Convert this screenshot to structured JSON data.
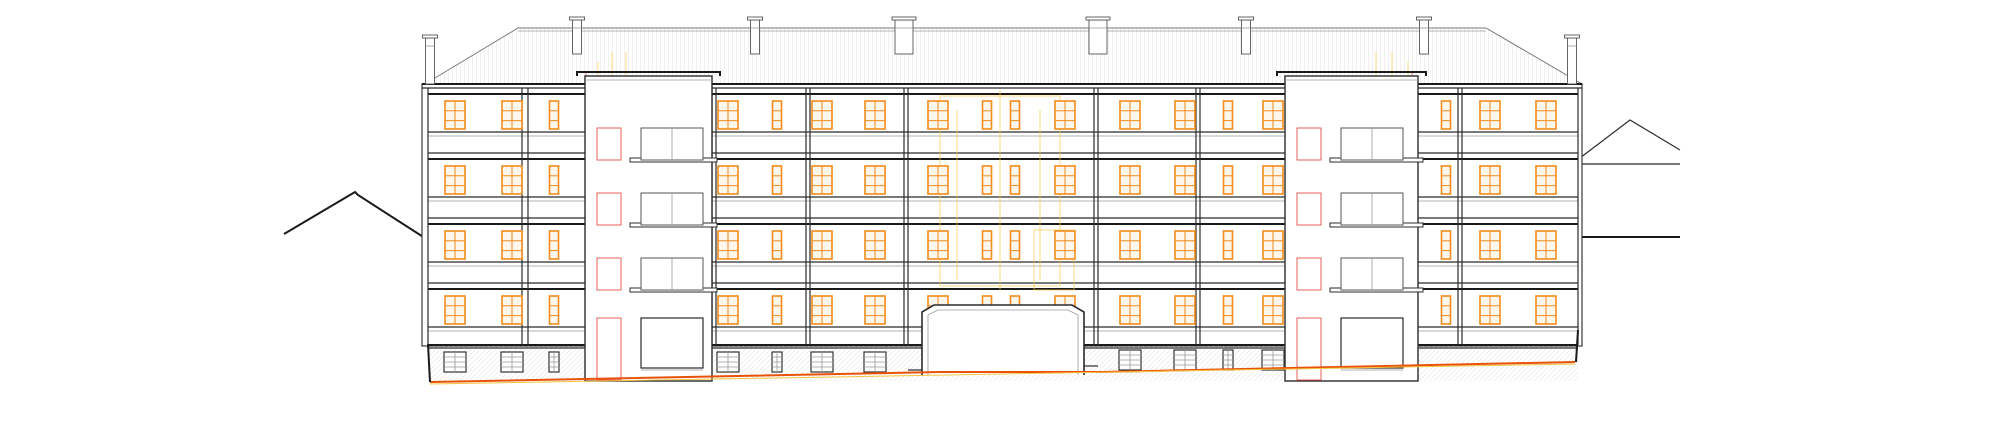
{
  "drawing": {
    "kind": "building-facade-elevation",
    "colors": {
      "line": "#2b2b2b",
      "window_frame": "#f28c1c",
      "window_glazing": "#fff6ec",
      "ground_line": "#e8520a",
      "ghost_overlay_yellow": "#f5c542",
      "ghost_overlay_red": "#e03a2f",
      "roof_hatch": "#c8c8c8"
    },
    "icons": [
      "chimney-icon",
      "window-icon",
      "basement-vent-icon",
      "garage-door-icon"
    ],
    "floors": 4,
    "stair_towers": 2,
    "chimneys": 8
  }
}
